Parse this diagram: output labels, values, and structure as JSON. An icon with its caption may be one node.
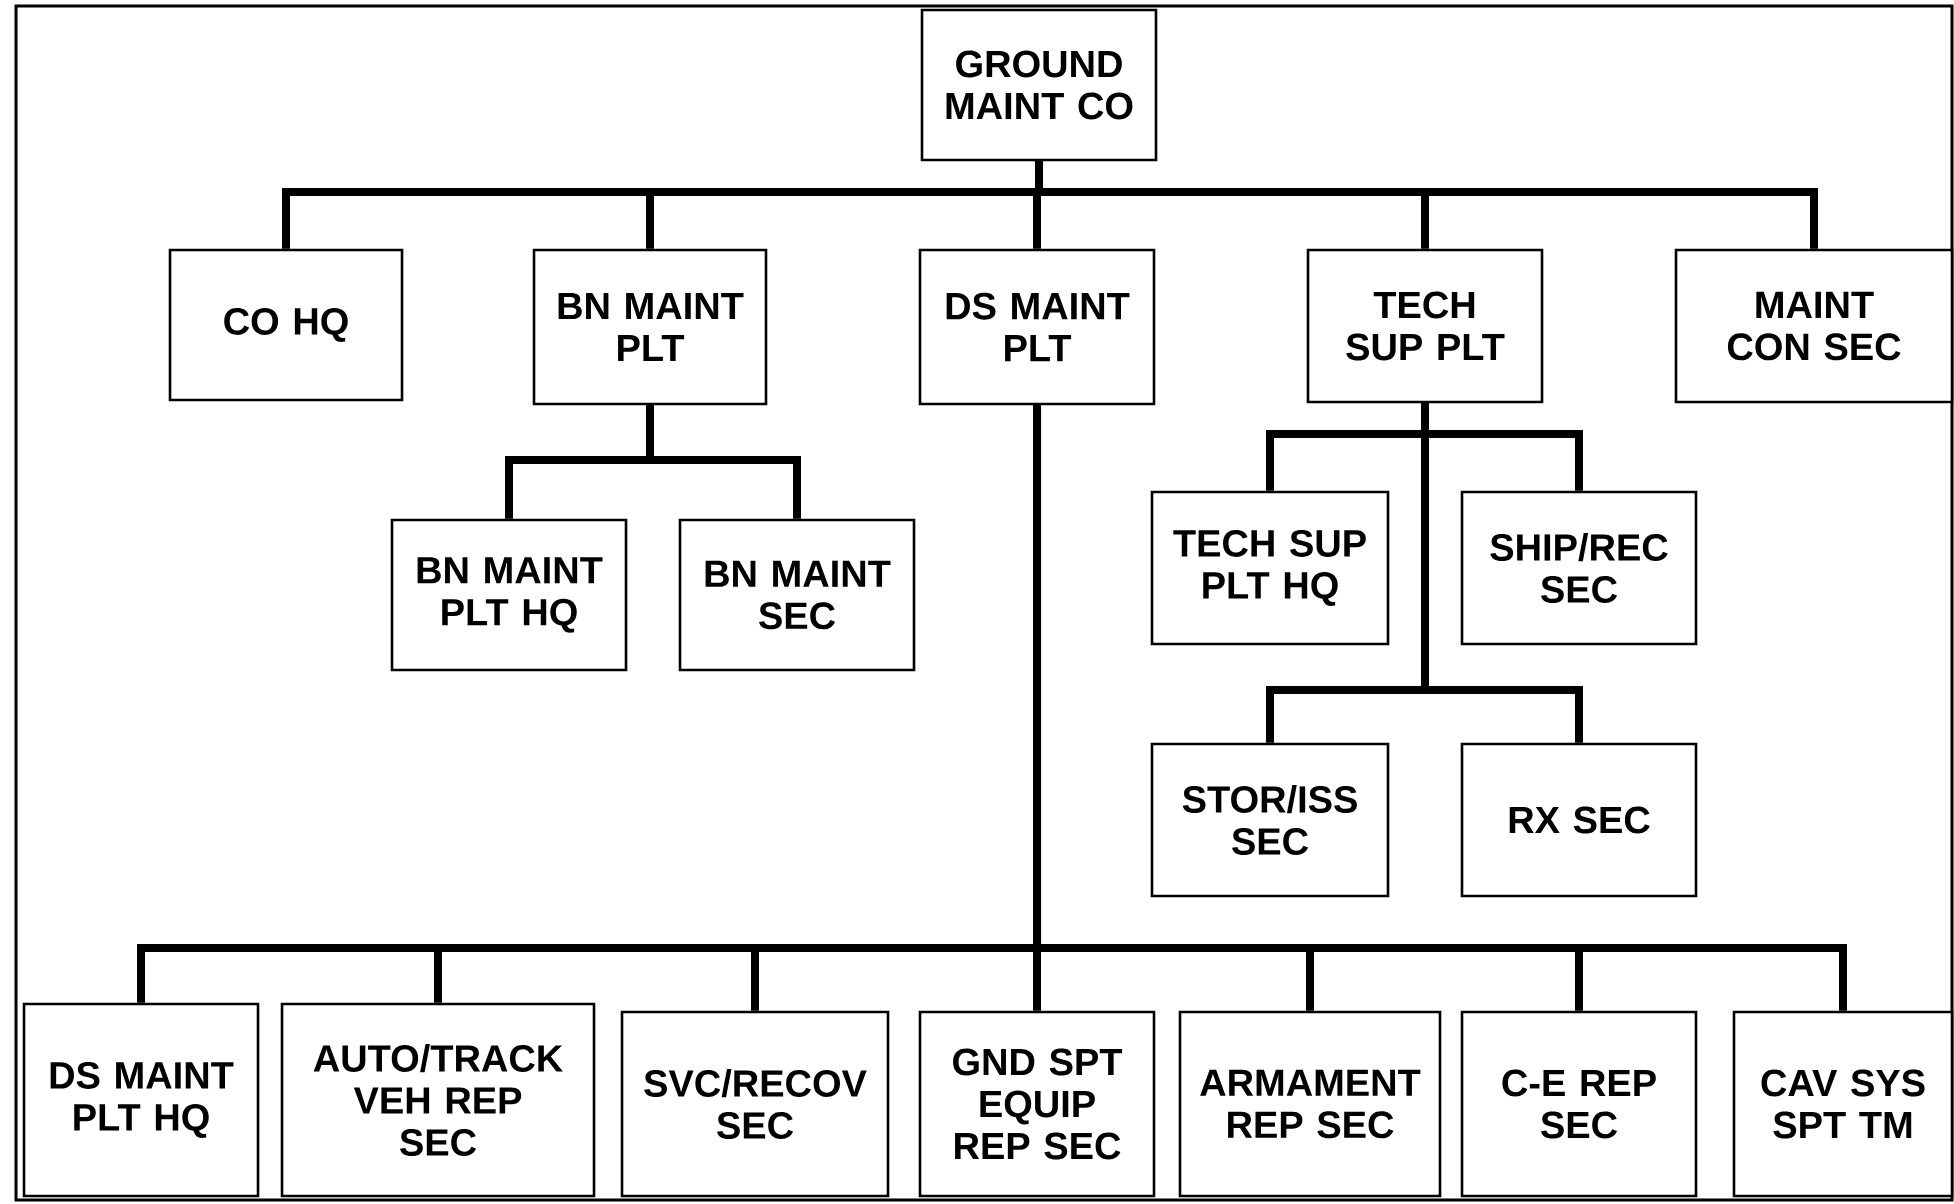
{
  "diagram": {
    "nodes": [
      {
        "text": [
          "GROUND MAINT CO"
        ]
      },
      {
        "text": [
          "CO HQ"
        ]
      },
      {
        "text": [
          "BN MAINT PLT"
        ]
      },
      {
        "text": [
          "DS MAINT PLT"
        ]
      },
      {
        "text": [
          "TECH SUP PLT"
        ]
      },
      {
        "text": [
          "MAINT CON SEC"
        ]
      },
      {
        "text": [
          "BN MAINT PLT HQ"
        ]
      },
      {
        "text": [
          "BN MAINT SEC"
        ]
      },
      {
        "text": [
          "TECH SUP PLT HQ"
        ]
      },
      {
        "text": [
          "SHIP/REC SEC"
        ]
      },
      {
        "text": [
          "STOR/ISS SEC"
        ]
      },
      {
        "text": [
          "RX SEC"
        ]
      },
      {
        "text": [
          "DS MAINT PLT HQ"
        ]
      },
      {
        "text": [
          "AUTO/TRACK VEH REP SEC"
        ]
      },
      {
        "text": [
          "SVC/RECOV SEC"
        ]
      },
      {
        "text": [
          "GND SPT EQUIP REP SEC"
        ]
      },
      {
        "text": [
          "ARMAMENT REP SEC"
        ]
      },
      {
        "text": [
          "C-E REP SEC"
        ]
      },
      {
        "text": [
          "CAV SYS SPT TM"
        ]
      }
    ],
    "edges": [
      {
        "from": 0,
        "to": 1,
        "arrow": "none"
      },
      {
        "from": 0,
        "to": 2,
        "arrow": "none"
      },
      {
        "from": 0,
        "to": 3,
        "arrow": "none"
      },
      {
        "from": 0,
        "to": 4,
        "arrow": "none"
      },
      {
        "from": 0,
        "to": 5,
        "arrow": "none"
      },
      {
        "from": 2,
        "to": 6,
        "arrow": "none"
      },
      {
        "from": 2,
        "to": 7,
        "arrow": "none"
      },
      {
        "from": 4,
        "to": 8,
        "arrow": "none"
      },
      {
        "from": 4,
        "to": 9,
        "arrow": "none"
      },
      {
        "from": 4,
        "to": 10,
        "arrow": "none"
      },
      {
        "from": 4,
        "to": 11,
        "arrow": "none"
      },
      {
        "from": 3,
        "to": 12,
        "arrow": "none"
      },
      {
        "from": 3,
        "to": 13,
        "arrow": "none"
      },
      {
        "from": 3,
        "to": 14,
        "arrow": "none"
      },
      {
        "from": 3,
        "to": 15,
        "arrow": "none"
      },
      {
        "from": 3,
        "to": 16,
        "arrow": "none"
      },
      {
        "from": 3,
        "to": 17,
        "arrow": "none"
      },
      {
        "from": 3,
        "to": 18,
        "arrow": "none"
      }
    ]
  }
}
